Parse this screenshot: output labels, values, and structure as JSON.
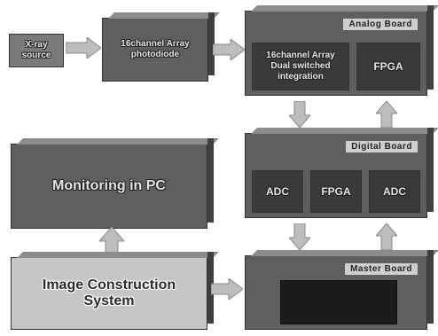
{
  "xray": {
    "label": "X-ray\nsource"
  },
  "photodiode": {
    "label": "16channel Array\nphotodiode"
  },
  "analog_board": {
    "title": "Analog Board",
    "array_label": "16channel Array\nDual switched\nintegration",
    "fpga_label": "FPGA"
  },
  "digital_board": {
    "title": "Digital Board",
    "chips": [
      "ADC",
      "FPGA",
      "ADC"
    ]
  },
  "master_board": {
    "title": "Master Board"
  },
  "monitoring": {
    "label": "Monitoring in PC"
  },
  "image_construction": {
    "label": "Image Construction\nSystem"
  },
  "colors": {
    "dark": "#5a5a5a",
    "darker": "#3a3a3a",
    "light": "#c6c6c6",
    "arrow": "#bdbdbd"
  }
}
